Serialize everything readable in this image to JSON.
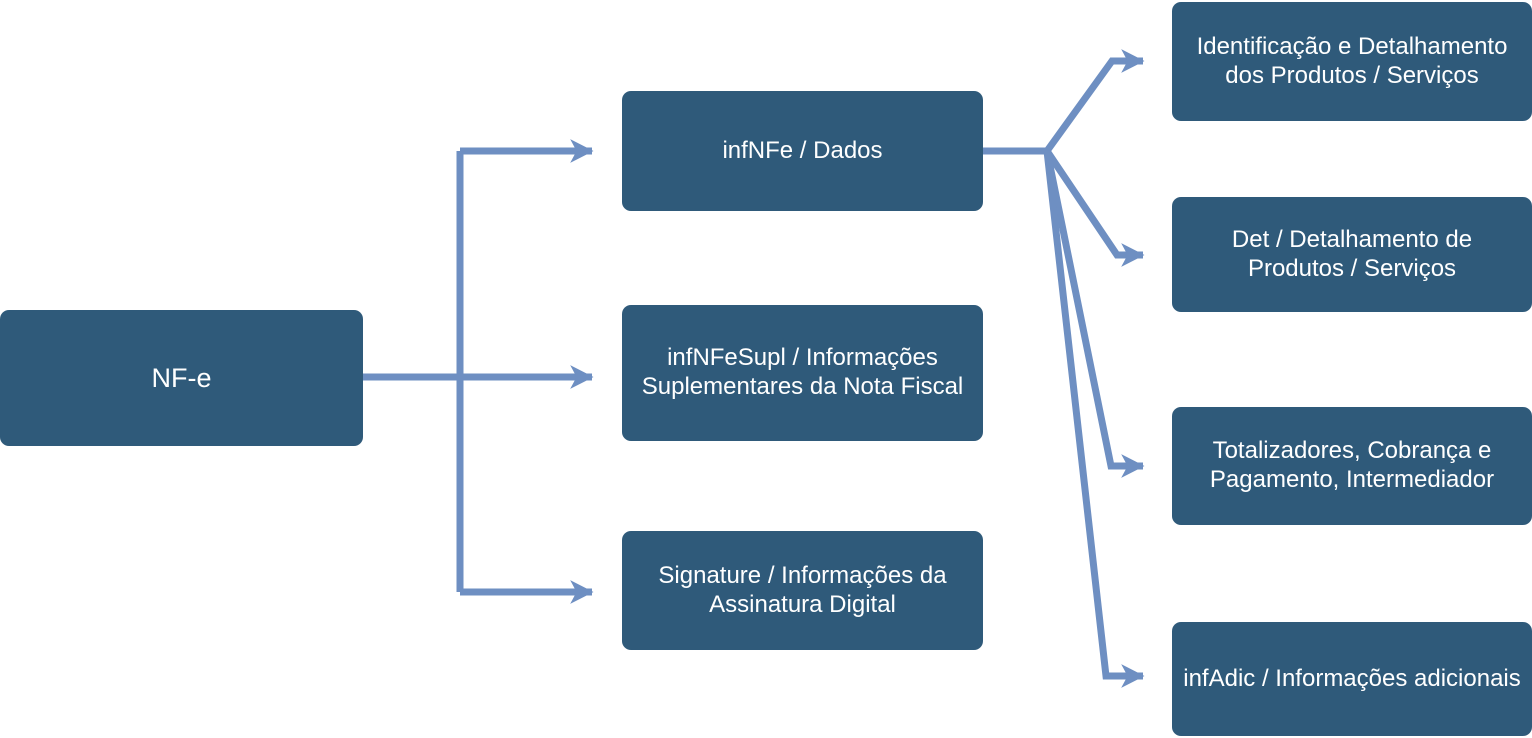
{
  "diagram": {
    "title": "NF-e XML structure tree",
    "colors": {
      "node_fill": "#2F5A7A",
      "node_text": "#FFFFFF",
      "connector": "#6E8FC2",
      "background": "#FFFFFF"
    },
    "nodes": {
      "root": {
        "id": "nfe",
        "label": "NF-e"
      },
      "level2": [
        {
          "id": "infnfe",
          "label": "infNFe / Dados"
        },
        {
          "id": "infnfesupl",
          "label": "infNFeSupl / Informações Suplementares da Nota Fiscal"
        },
        {
          "id": "signature",
          "label": "Signature / Informações da Assinatura Digital"
        }
      ],
      "level3": [
        {
          "id": "ident",
          "label": "Identificação e Detalhamento dos Produtos / Serviços"
        },
        {
          "id": "det",
          "label": "Det / Detalhamento de Produtos / Serviços"
        },
        {
          "id": "total",
          "label": "Totalizadores, Cobrança e Pagamento, Intermediador"
        },
        {
          "id": "infadic",
          "label": "infAdic / Informações adicionais"
        }
      ]
    },
    "edges": [
      {
        "from": "nfe",
        "to": "infnfe"
      },
      {
        "from": "nfe",
        "to": "infnfesupl"
      },
      {
        "from": "nfe",
        "to": "signature"
      },
      {
        "from": "infnfe",
        "to": "ident"
      },
      {
        "from": "infnfe",
        "to": "det"
      },
      {
        "from": "infnfe",
        "to": "total"
      },
      {
        "from": "infnfe",
        "to": "infadic"
      }
    ]
  }
}
